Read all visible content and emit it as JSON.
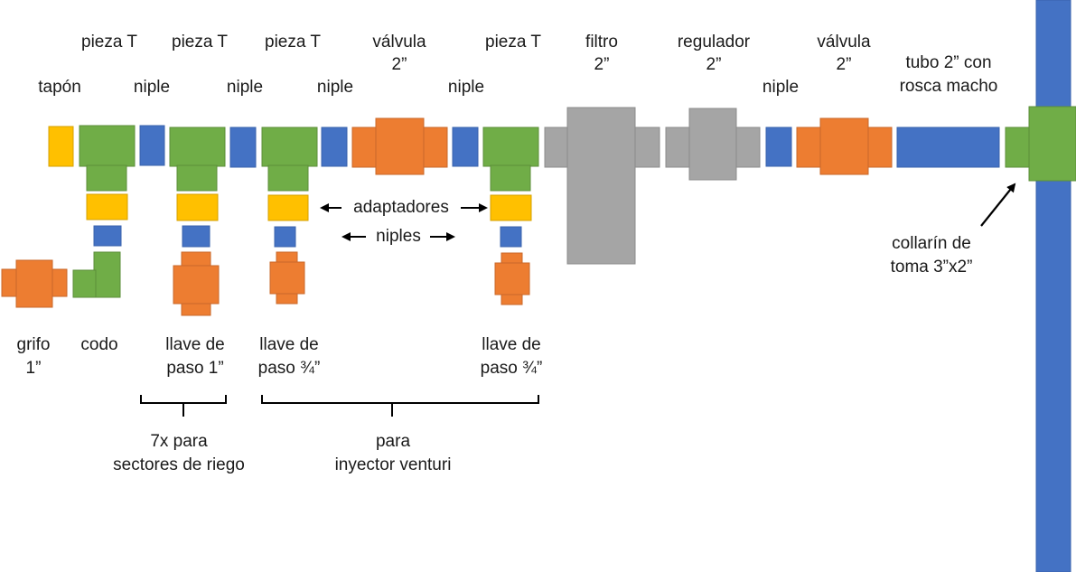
{
  "colors": {
    "pipe": "#4472c4",
    "fitting": "#70ad47",
    "adapter": "#ffc000",
    "valve": "#ed7d31",
    "filter": "#a5a5a5"
  },
  "top_labels": {
    "pieza_t_1": "pieza T",
    "pieza_t_2": "pieza T",
    "pieza_t_3": "pieza T",
    "valvula_1_line1": "válvula",
    "valvula_1_line2": "2”",
    "pieza_t_4": "pieza T",
    "filtro_line1": "filtro",
    "filtro_line2": "2”",
    "regulador_line1": "regulador",
    "regulador_line2": "2”",
    "valvula_2_line1": "válvula",
    "valvula_2_line2": "2”",
    "tubo_line1": "tubo 2” con",
    "tubo_line2": "rosca macho",
    "tapon": "tapón",
    "niple_1": "niple",
    "niple_2": "niple",
    "niple_3": "niple",
    "niple_4": "niple",
    "niple_5": "niple"
  },
  "middle_labels": {
    "adaptadores": "adaptadores",
    "niples": "niples",
    "collarin_line1": "collarín de",
    "collarin_line2": "toma 3”x2”"
  },
  "bottom_labels": {
    "grifo_line1": "grifo",
    "grifo_line2": "1”",
    "codo": "codo",
    "llave_1_line1": "llave de",
    "llave_1_line2": "paso 1”",
    "llave_2_line1": "llave de",
    "llave_2_line2": "paso ¾”",
    "llave_3_line1": "llave de",
    "llave_3_line2": "paso ¾”"
  },
  "group_labels": {
    "sectores_line1": "7x para",
    "sectores_line2": "sectores de riego",
    "venturi_line1": "para",
    "venturi_line2": "inyector venturi"
  }
}
